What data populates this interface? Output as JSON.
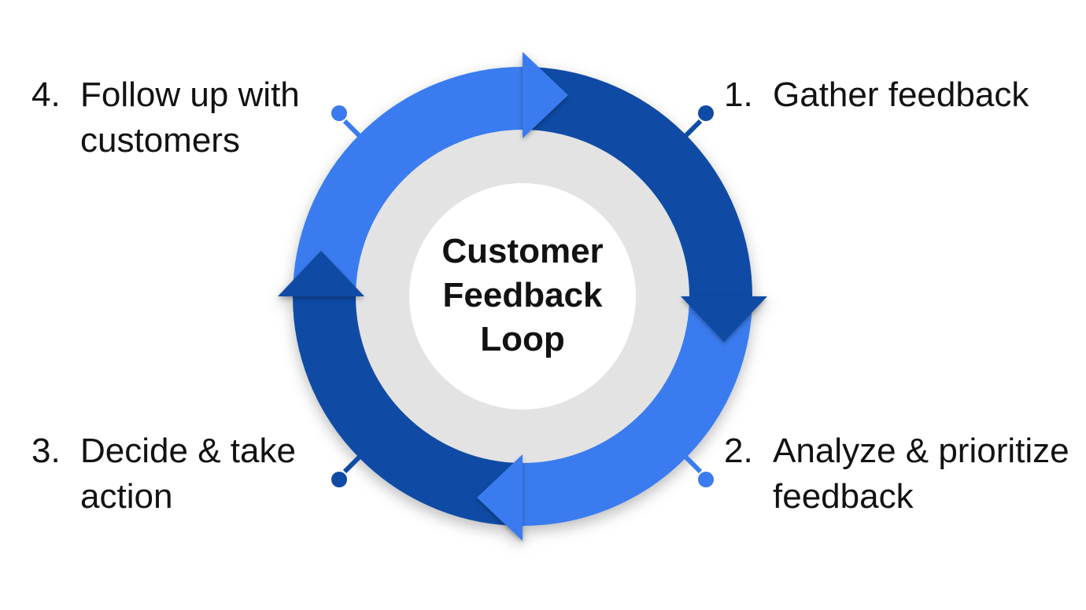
{
  "title": {
    "lines": [
      "Customer",
      "Feedback",
      "Loop"
    ]
  },
  "steps": [
    {
      "number": "1.",
      "lines": [
        "Gather feedback"
      ]
    },
    {
      "number": "2.",
      "lines": [
        "Analyze & prioritize",
        "feedback"
      ]
    },
    {
      "number": "3.",
      "lines": [
        "Decide & take",
        "action"
      ]
    },
    {
      "number": "4.",
      "lines": [
        "Follow up with",
        "customers"
      ]
    }
  ],
  "flow": {
    "direction": "clockwise",
    "segments": [
      {
        "step": "1",
        "arc_color_name": "dark_blue",
        "connector_color_name": "dark_blue",
        "position": "top-right"
      },
      {
        "step": "2",
        "arc_color_name": "light_blue",
        "connector_color_name": "light_blue",
        "position": "bottom-right"
      },
      {
        "step": "3",
        "arc_color_name": "dark_blue",
        "connector_color_name": "dark_blue",
        "position": "bottom-left"
      },
      {
        "step": "4",
        "arc_color_name": "light_blue",
        "connector_color_name": "light_blue",
        "position": "top-left"
      }
    ]
  },
  "colors": {
    "light_blue": "#3A7CEF",
    "dark_blue": "#0F4BA5",
    "ring_gray": "#E3E3E4",
    "inner_circle": "#FFFFFF",
    "text": "#121212",
    "background": "#FFFFFF"
  }
}
